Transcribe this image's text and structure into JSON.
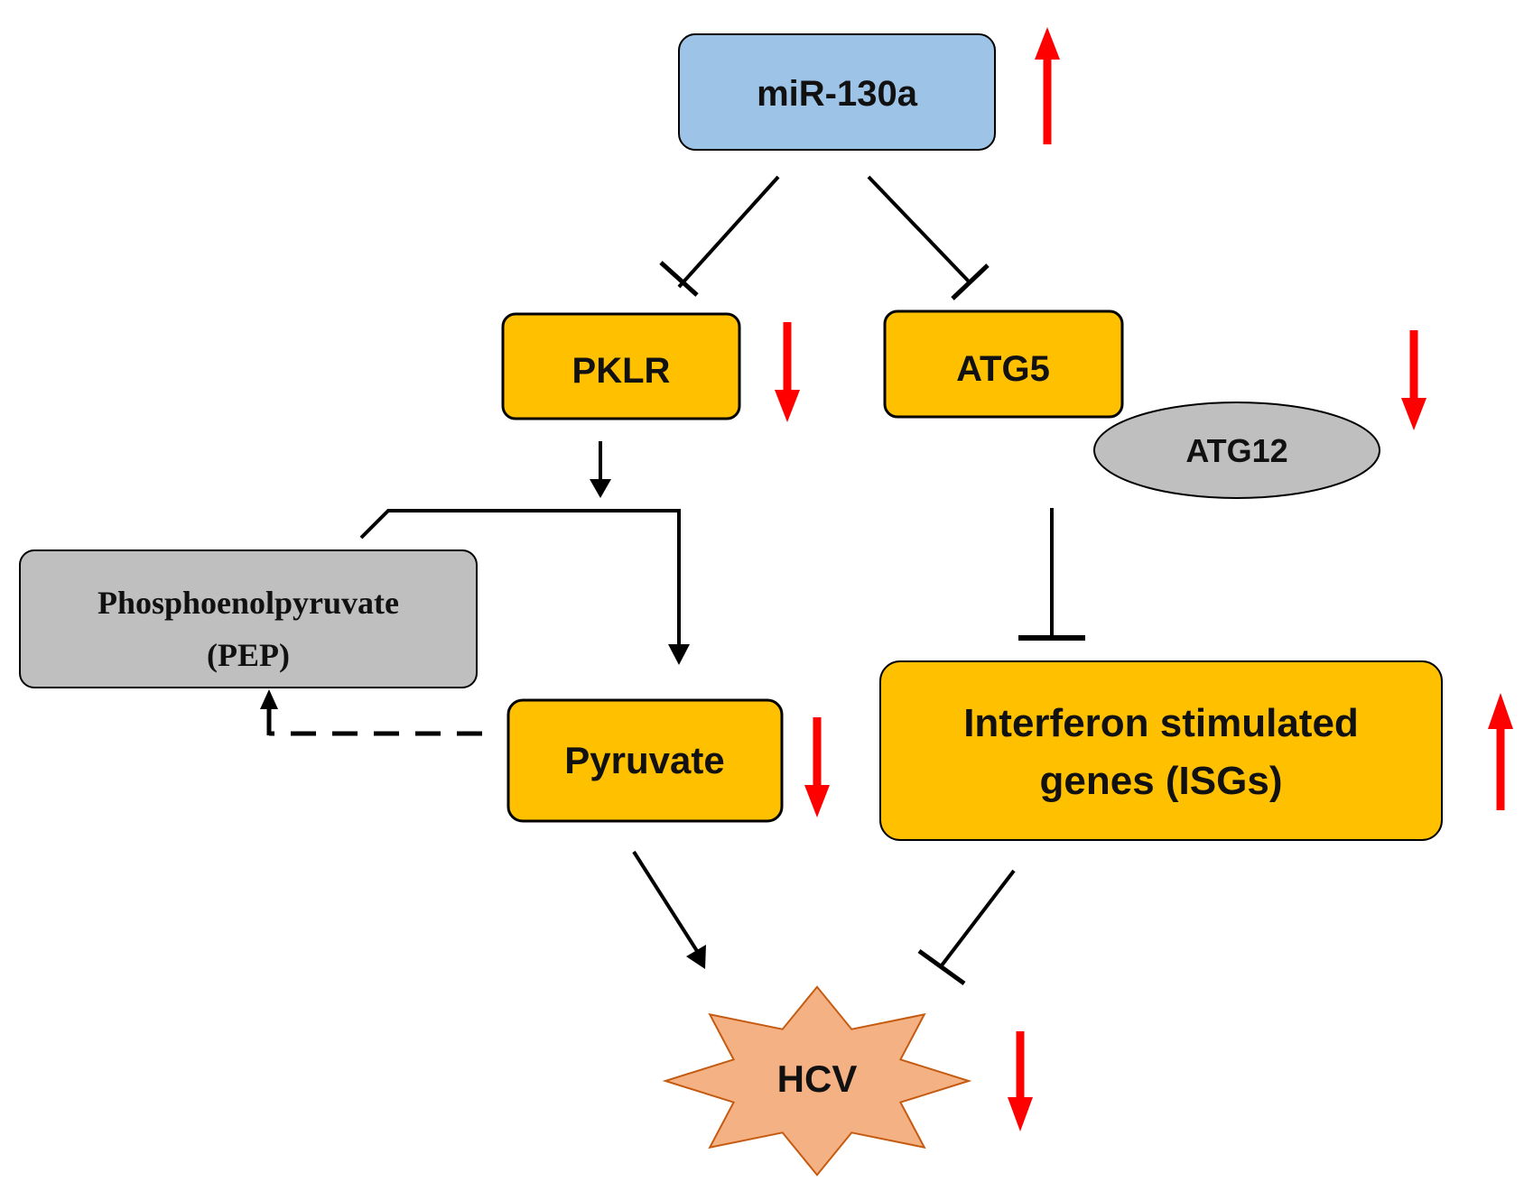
{
  "nodes": {
    "mir130a": {
      "label": "miR-130a",
      "fill": "#9dc3e6",
      "trend": "up"
    },
    "pklr": {
      "label": "PKLR",
      "fill": "#ffc000",
      "trend": "down"
    },
    "atg5": {
      "label": "ATG5",
      "fill": "#ffc000",
      "trend": "down"
    },
    "atg12": {
      "label": "ATG12",
      "fill": "#bfbfbf"
    },
    "pep": {
      "line1": "Phosphoenolpyruvate",
      "line2": "(PEP)",
      "fill": "#bfbfbf"
    },
    "pyruvate": {
      "label": "Pyruvate",
      "fill": "#ffc000",
      "trend": "down"
    },
    "isgs": {
      "line1": "Interferon stimulated",
      "line2": "genes (ISGs)",
      "fill": "#ffc000",
      "trend": "up"
    },
    "hcv": {
      "label": "HCV",
      "fill": "#f4b183",
      "trend": "down"
    }
  },
  "edges": [
    {
      "from": "mir130a",
      "to": "pklr",
      "type": "inhibition"
    },
    {
      "from": "mir130a",
      "to": "atg5",
      "type": "inhibition"
    },
    {
      "from": "pklr",
      "to": "pyruvate",
      "type": "activation",
      "via": "pep"
    },
    {
      "from": "pyruvate",
      "to": "pep",
      "type": "dashed-activation"
    },
    {
      "from": "atg5",
      "to": "isgs",
      "type": "inhibition"
    },
    {
      "from": "pyruvate",
      "to": "hcv",
      "type": "activation"
    },
    {
      "from": "isgs",
      "to": "hcv",
      "type": "inhibition"
    }
  ],
  "colors": {
    "trend_arrow": "#ff0000",
    "line": "#000000",
    "node_border": "#000000"
  }
}
